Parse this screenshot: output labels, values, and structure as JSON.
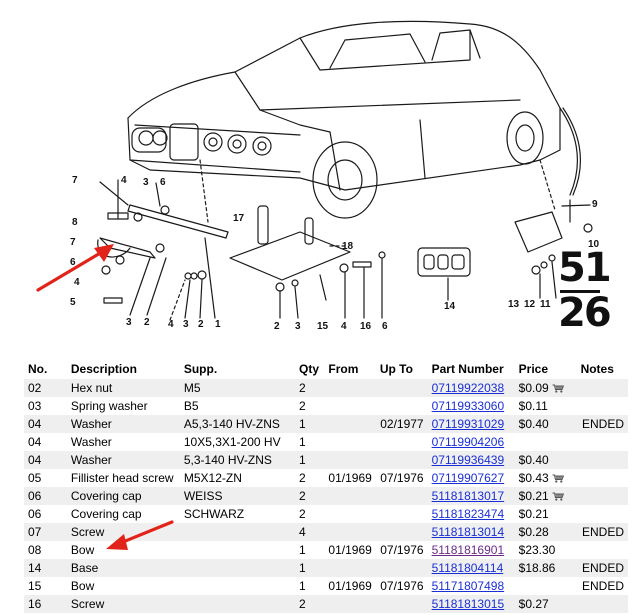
{
  "diagram": {
    "group_code_top": "51",
    "group_code_bottom": "26",
    "callouts": {
      "l7a": "7",
      "l4a": "4",
      "l3a": "3",
      "l6a": "6",
      "l8": "8",
      "l7b": "7",
      "l6b": "6",
      "l4b": "4",
      "l5": "5",
      "b3a": "3",
      "b2a": "2",
      "b4": "4",
      "b3b": "3",
      "b2b": "2",
      "b1": "1",
      "c17": "17",
      "c18": "18",
      "r2": "2",
      "r3": "3",
      "r15": "15",
      "r4": "4",
      "r16": "16",
      "r6": "6",
      "c14": "14",
      "p9": "9",
      "p10": "10",
      "p13": "13",
      "p12": "12",
      "p11": "11"
    }
  },
  "table": {
    "headers": {
      "no": "No.",
      "description": "Description",
      "supp": "Supp.",
      "qty": "Qty",
      "from": "From",
      "up_to": "Up To",
      "part_number": "Part Number",
      "price": "Price",
      "notes": "Notes"
    },
    "rows": [
      {
        "no": "02",
        "description": "Hex nut",
        "supp": "M5",
        "qty": "2",
        "from": "",
        "up_to": "",
        "part_number": "07119922038",
        "price": "$0.09",
        "cart": true,
        "notes": ""
      },
      {
        "no": "03",
        "description": "Spring washer",
        "supp": "B5",
        "qty": "2",
        "from": "",
        "up_to": "",
        "part_number": "07119933060",
        "price": "$0.11",
        "cart": false,
        "notes": ""
      },
      {
        "no": "04",
        "description": "Washer",
        "supp": "A5,3-140 HV-ZNS",
        "qty": "1",
        "from": "",
        "up_to": "02/1977",
        "part_number": "07119931029",
        "price": "$0.40",
        "cart": false,
        "notes": "ENDED"
      },
      {
        "no": "04",
        "description": "Washer",
        "supp": "10X5,3X1-200 HV",
        "qty": "1",
        "from": "",
        "up_to": "",
        "part_number": "07119904206",
        "price": "",
        "cart": false,
        "notes": ""
      },
      {
        "no": "04",
        "description": "Washer",
        "supp": "5,3-140 HV-ZNS",
        "qty": "1",
        "from": "",
        "up_to": "",
        "part_number": "07119936439",
        "price": "$0.40",
        "cart": false,
        "notes": ""
      },
      {
        "no": "05",
        "description": "Fillister head screw",
        "supp": "M5X12-ZN",
        "qty": "2",
        "from": "01/1969",
        "up_to": "07/1976",
        "part_number": "07119907627",
        "price": "$0.43",
        "cart": true,
        "notes": ""
      },
      {
        "no": "06",
        "description": "Covering cap",
        "supp": "WEISS",
        "qty": "2",
        "from": "",
        "up_to": "",
        "part_number": "51181813017",
        "price": "$0.21",
        "cart": true,
        "notes": ""
      },
      {
        "no": "06",
        "description": "Covering cap",
        "supp": "SCHWARZ",
        "qty": "2",
        "from": "",
        "up_to": "",
        "part_number": "51181823474",
        "price": "$0.21",
        "cart": false,
        "notes": ""
      },
      {
        "no": "07",
        "description": "Screw",
        "supp": "",
        "qty": "4",
        "from": "",
        "up_to": "",
        "part_number": "51181813014",
        "price": "$0.28",
        "cart": false,
        "notes": "ENDED"
      },
      {
        "no": "08",
        "description": "Bow",
        "supp": "",
        "qty": "1",
        "from": "01/1969",
        "up_to": "07/1976",
        "part_number": "51181816901",
        "visited": true,
        "price": "$23.30",
        "cart": false,
        "notes": ""
      },
      {
        "no": "14",
        "description": "Base",
        "supp": "",
        "qty": "1",
        "from": "",
        "up_to": "",
        "part_number": "51181804114",
        "price": "$18.86",
        "cart": false,
        "notes": "ENDED"
      },
      {
        "no": "15",
        "description": "Bow",
        "supp": "",
        "qty": "1",
        "from": "01/1969",
        "up_to": "07/1976",
        "part_number": "51171807498",
        "price": "",
        "cart": false,
        "notes": "ENDED"
      },
      {
        "no": "16",
        "description": "Screw",
        "supp": "",
        "qty": "2",
        "from": "",
        "up_to": "",
        "part_number": "51181813015",
        "price": "$0.27",
        "cart": false,
        "notes": ""
      }
    ]
  },
  "colors": {
    "link": "#1a2fd6",
    "visited_link": "#6b2a86",
    "annotation_arrow": "#e2231a",
    "stripe": "#efefef"
  },
  "icons": {
    "cart": "cart-icon"
  }
}
